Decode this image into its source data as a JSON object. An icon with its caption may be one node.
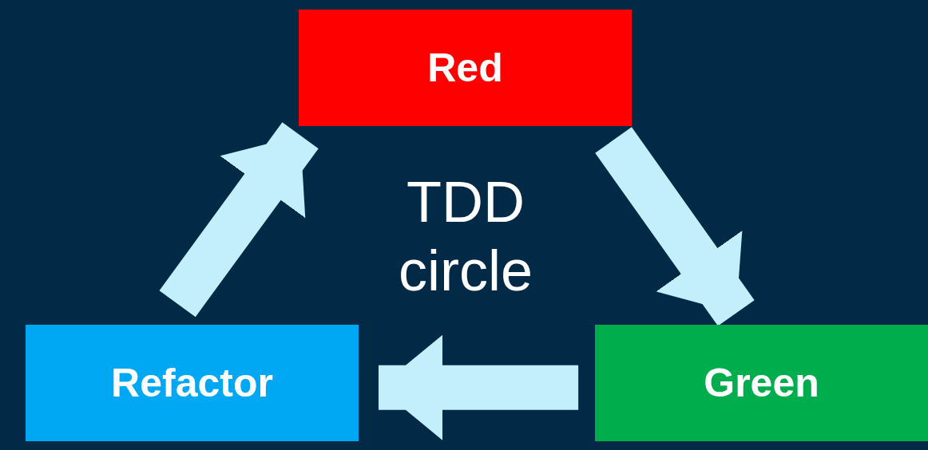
{
  "diagram": {
    "nodes": [
      {
        "text": [
          "Red"
        ]
      },
      {
        "text": [
          "Green"
        ]
      },
      {
        "text": [
          "Refactor"
        ]
      }
    ],
    "edges": [
      {
        "from": 0,
        "to": 1,
        "arrow": "to"
      },
      {
        "from": 1,
        "to": 2,
        "arrow": "to"
      },
      {
        "from": 2,
        "to": 0,
        "arrow": "to"
      }
    ],
    "labels": [
      "TDD circle"
    ]
  }
}
